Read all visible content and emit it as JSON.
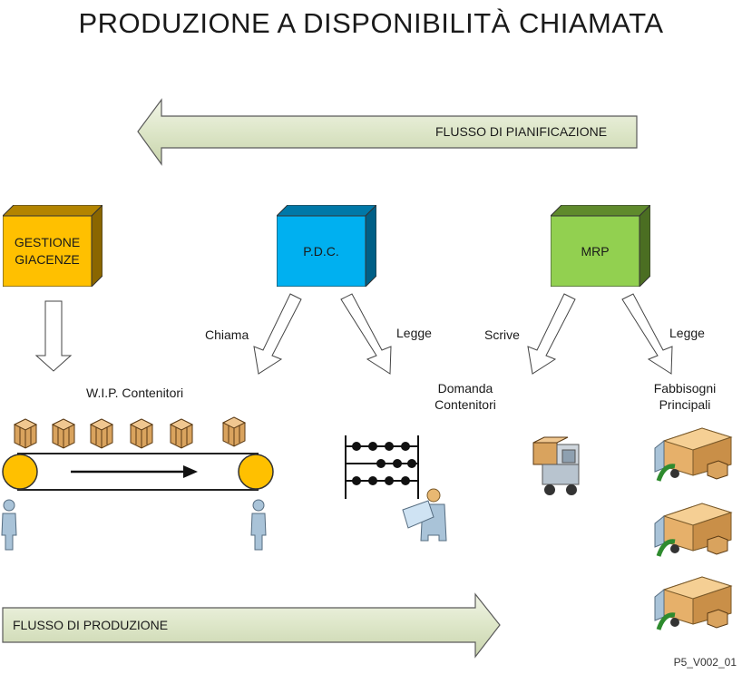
{
  "title": "PRODUZIONE A DISPONIBILITÀ CHIAMATA",
  "planning_flow": {
    "label": "FLUSSO DI PIANIFICAZIONE"
  },
  "production_flow": {
    "label": "FLUSSO DI PRODUZIONE"
  },
  "boxes": {
    "inventory": {
      "line1": "GESTIONE",
      "line2": "GIACENZE",
      "color": "#FFC000"
    },
    "pdc": {
      "label": "P.D.C.",
      "color": "#00B0F0"
    },
    "mrp": {
      "label": "MRP",
      "color": "#92D050"
    }
  },
  "arrow_labels": {
    "chiama": "Chiama",
    "legge_pdc": "Legge",
    "scrive": "Scrive",
    "legge_mrp": "Legge"
  },
  "captions": {
    "wip": "W.I.P. Contenitori",
    "domanda_1": "Domanda",
    "domanda_2": "Contenitori",
    "fabbisogni_1": "Fabbisogni",
    "fabbisogni_2": "Principali"
  },
  "figure_code": "P5_V002_01"
}
